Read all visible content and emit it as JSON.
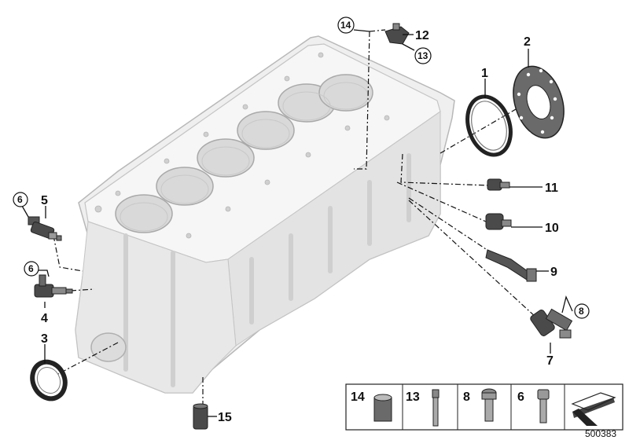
{
  "callouts": [
    {
      "id": "1",
      "label": "1",
      "circled": false
    },
    {
      "id": "2",
      "label": "2",
      "circled": false
    },
    {
      "id": "3",
      "label": "3",
      "circled": false
    },
    {
      "id": "4",
      "label": "4",
      "circled": false
    },
    {
      "id": "5",
      "label": "5",
      "circled": false
    },
    {
      "id": "6a",
      "label": "6",
      "circled": true
    },
    {
      "id": "6b",
      "label": "6",
      "circled": true
    },
    {
      "id": "7",
      "label": "7",
      "circled": false
    },
    {
      "id": "8",
      "label": "8",
      "circled": true
    },
    {
      "id": "9",
      "label": "9",
      "circled": false
    },
    {
      "id": "10",
      "label": "10",
      "circled": false
    },
    {
      "id": "11",
      "label": "11",
      "circled": false
    },
    {
      "id": "12",
      "label": "12",
      "circled": false
    },
    {
      "id": "13",
      "label": "13",
      "circled": true
    },
    {
      "id": "14",
      "label": "14",
      "circled": true
    },
    {
      "id": "15",
      "label": "15",
      "circled": false
    }
  ],
  "legend": {
    "items": [
      {
        "label": "14",
        "icon": "sleeve-icon"
      },
      {
        "label": "13",
        "icon": "stud-bolt-icon"
      },
      {
        "label": "8",
        "icon": "torx-screw-icon"
      },
      {
        "label": "6",
        "icon": "hex-socket-screw-icon"
      }
    ],
    "arrow_icon": "direction-arrow-icon"
  },
  "diagram_id": "500383",
  "colors": {
    "block_fill": "#efefef",
    "block_shadow": "#d6d6d6",
    "line": "#111111",
    "part_dark": "#4a4a4a"
  }
}
